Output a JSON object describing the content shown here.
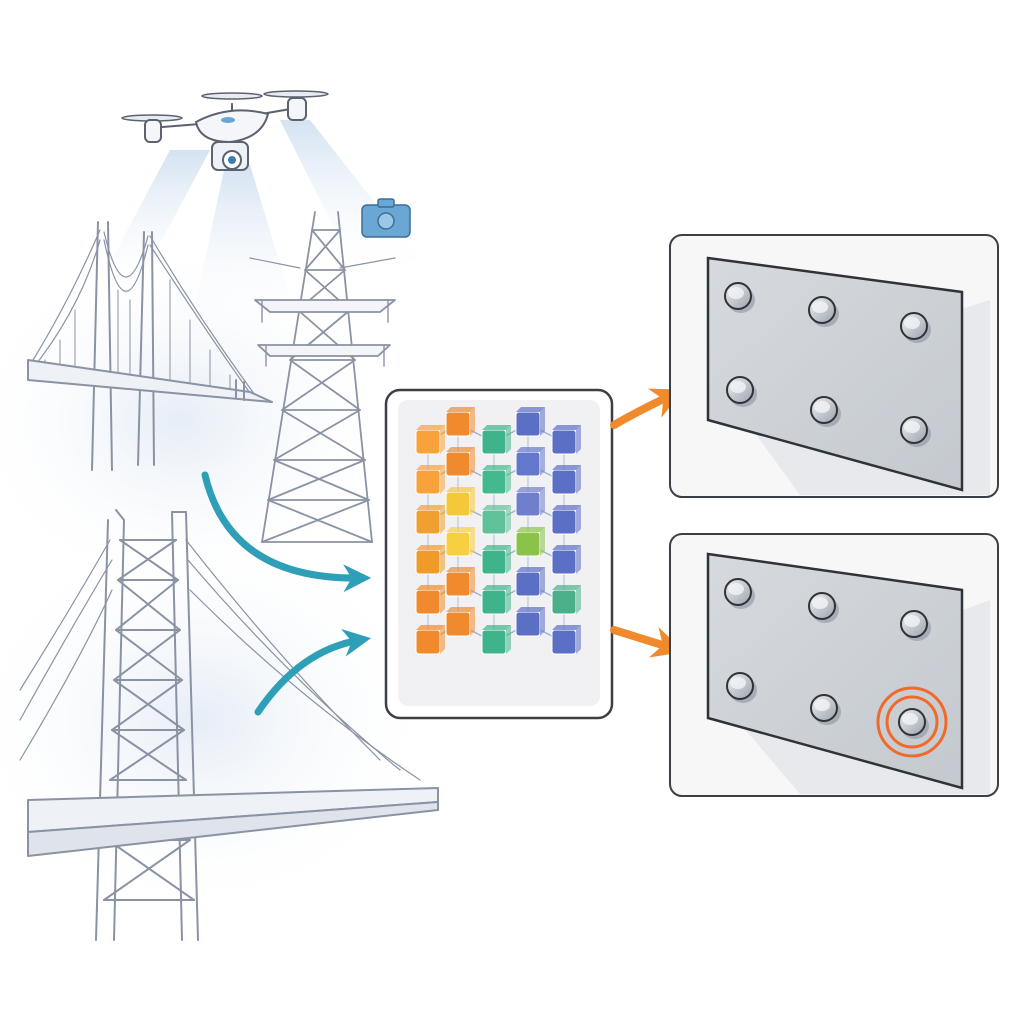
{
  "scene": {
    "drone_beam_color": "#dbe6f3",
    "teal_arrow_color": "#2f9fb8",
    "orange_arrow_color": "#f08a2c",
    "defect_marker_color": "#f06a2a",
    "camera_icon_color": "#6aa7d4",
    "model_panel_bg": "#f1f1f3",
    "plate_fill": "#cdd2d8",
    "output_frame_bg": "#f7f7f7"
  },
  "icons": [
    "drone-icon",
    "camera-icon"
  ],
  "output_panels": [
    {
      "id": "normal",
      "bolts": 6,
      "defect_highlighted": false
    },
    {
      "id": "defect",
      "bolts": 6,
      "defect_highlighted": true,
      "defect_bolt": 6
    }
  ]
}
